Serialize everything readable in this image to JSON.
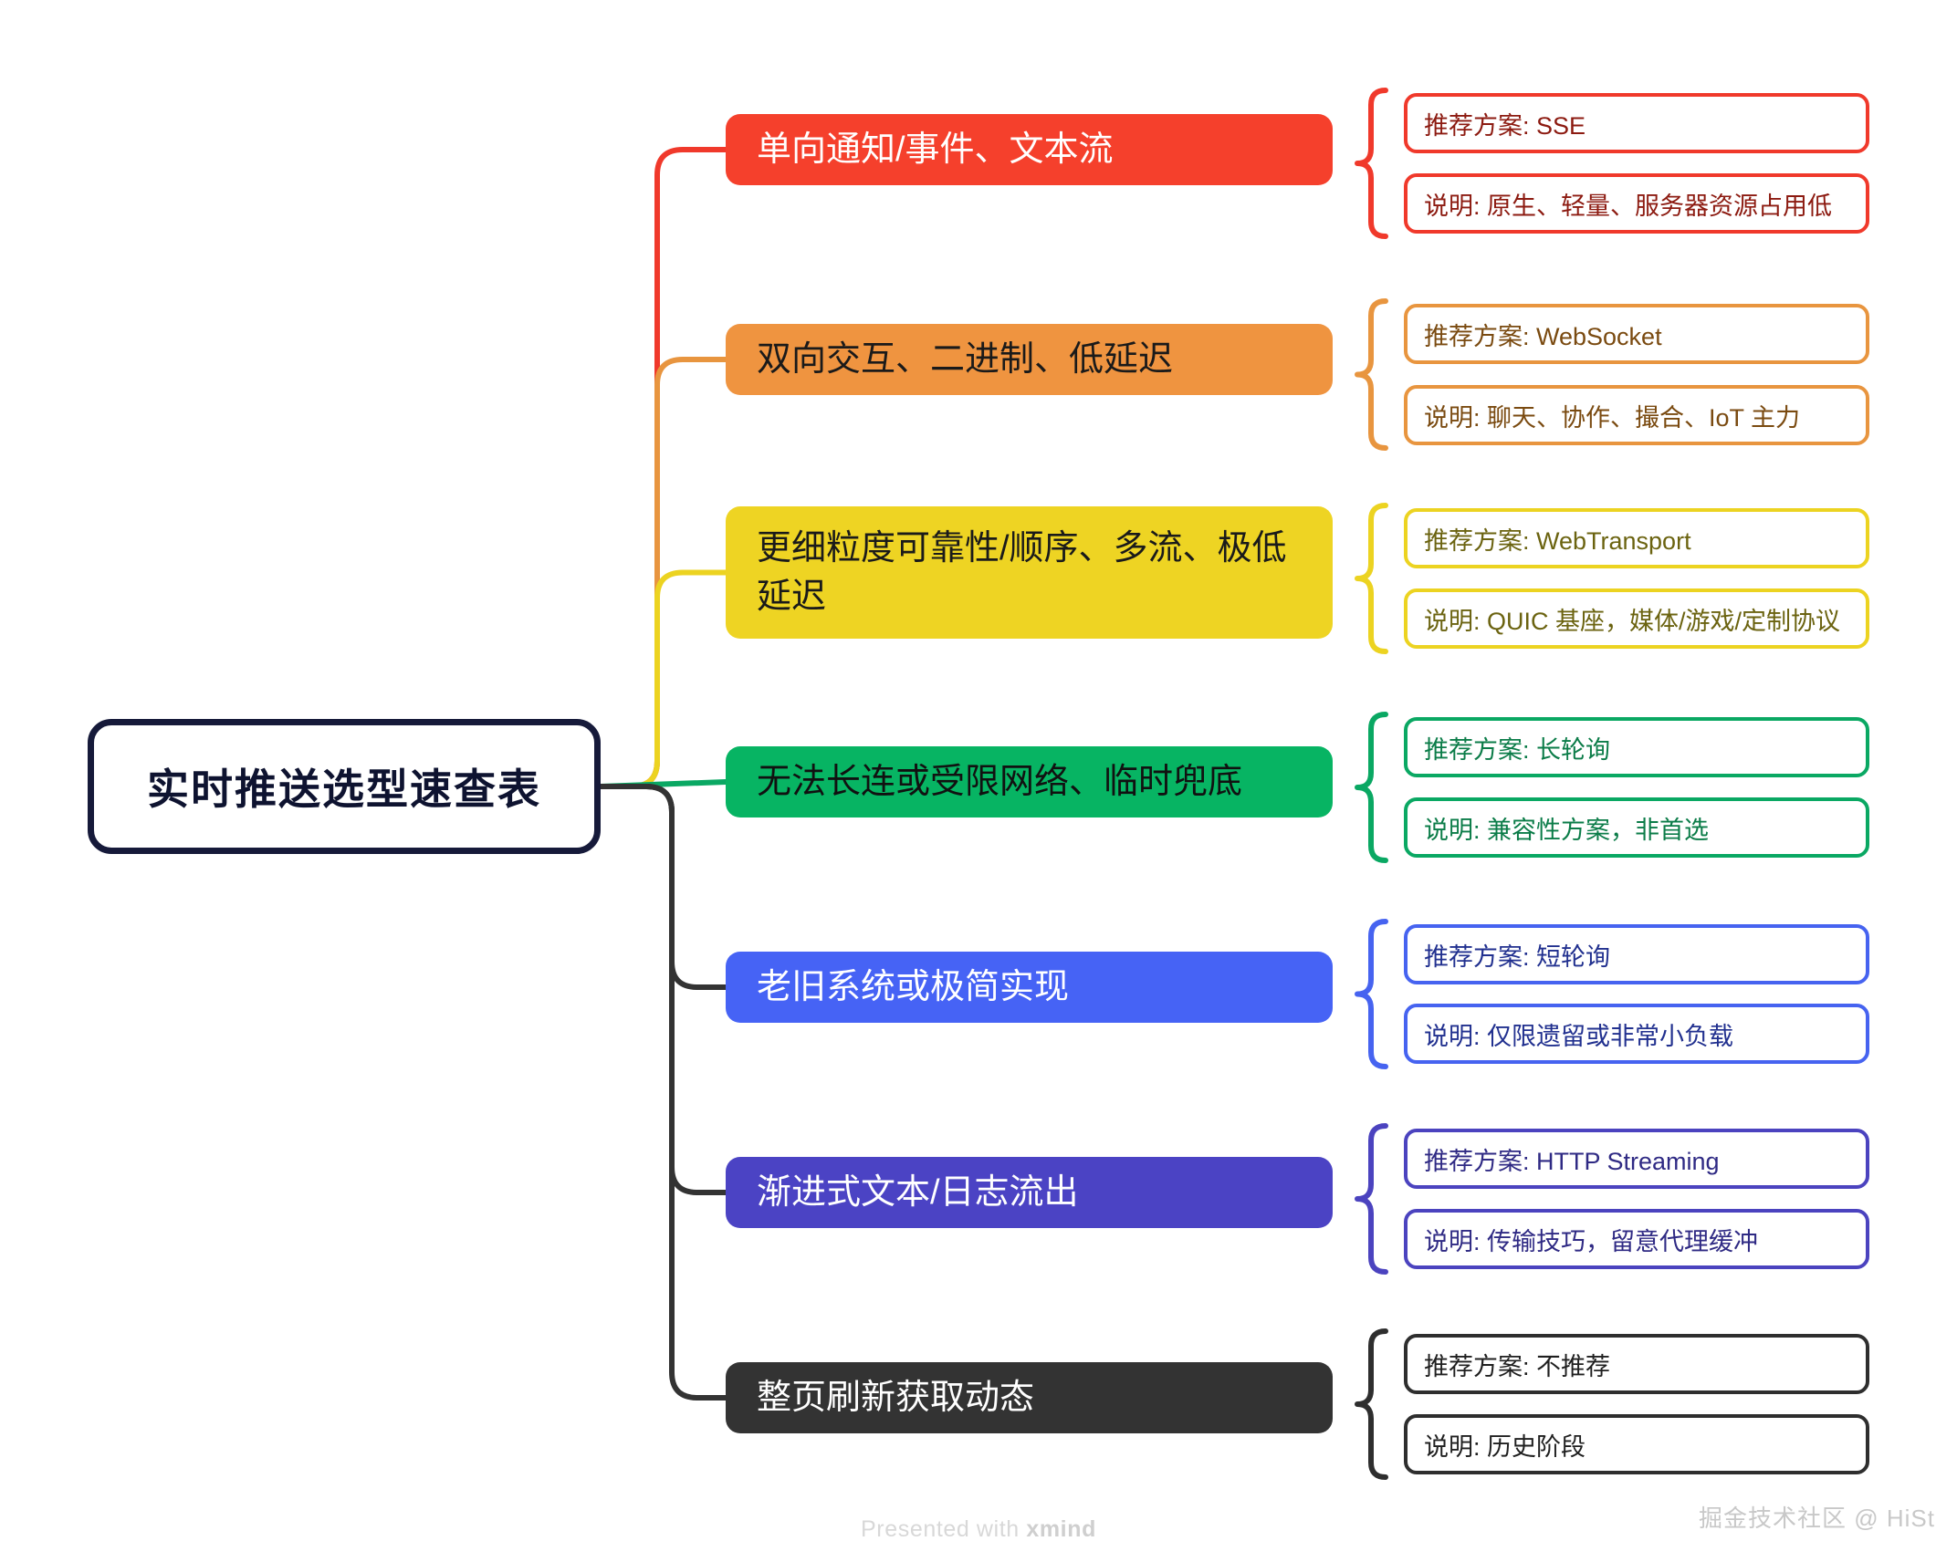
{
  "root": {
    "label": "实时推送选型速查表",
    "border_color": "#161a3a",
    "text_color": "#0e1330"
  },
  "branches": [
    {
      "label": "单向通知/事件、文本流",
      "fill": "#f5402c",
      "text_color": "#ffffff",
      "accent": "#f0392b",
      "detail_text_color": "#8c1a10",
      "details": [
        {
          "label": "推荐方案: SSE"
        },
        {
          "label": "说明: 原生、轻量、服务器资源占用低"
        }
      ]
    },
    {
      "label": "双向交互、二进制、低延迟",
      "fill": "#ef9440",
      "text_color": "#1a1a1a",
      "accent": "#e8953f",
      "detail_text_color": "#7a4a10",
      "details": [
        {
          "label": "推荐方案: WebSocket"
        },
        {
          "label": "说明: 聊天、协作、撮合、IoT 主力"
        }
      ]
    },
    {
      "label": "更细粒度可靠性/顺序、多流、极低延迟",
      "fill": "#eed423",
      "text_color": "#1a1a1a",
      "accent": "#ecd321",
      "detail_text_color": "#6b6310",
      "details": [
        {
          "label": "推荐方案: WebTransport"
        },
        {
          "label": "说明: QUIC 基座，媒体/游戏/定制协议"
        }
      ]
    },
    {
      "label": "无法长连或受限网络、临时兜底",
      "fill": "#07b463",
      "text_color": "#111111",
      "accent": "#0aa863",
      "detail_text_color": "#0b7c48",
      "details": [
        {
          "label": "推荐方案: 长轮询"
        },
        {
          "label": "说明: 兼容性方案，非首选"
        }
      ]
    },
    {
      "label": "老旧系统或极简实现",
      "fill": "#4663f5",
      "text_color": "#ffffff",
      "accent": "#4663f0",
      "detail_text_color": "#21308f",
      "details": [
        {
          "label": "推荐方案: 短轮询"
        },
        {
          "label": "说明: 仅限遗留或非常小负载"
        }
      ]
    },
    {
      "label": "渐进式文本/日志流出",
      "fill": "#4b43c4",
      "text_color": "#ffffff",
      "accent": "#4b43bf",
      "detail_text_color": "#2f2a84",
      "details": [
        {
          "label": "推荐方案: HTTP Streaming"
        },
        {
          "label": "说明: 传输技巧，留意代理缓冲"
        }
      ]
    },
    {
      "label": "整页刷新获取动态",
      "fill": "#333333",
      "text_color": "#ffffff",
      "accent": "#2e2e2e",
      "detail_text_color": "#1f1f1f",
      "details": [
        {
          "label": "推荐方案: 不推荐"
        },
        {
          "label": "说明: 历史阶段"
        }
      ]
    }
  ],
  "footer": {
    "presented_prefix": "Presented with ",
    "brand": "xmind",
    "watermark": "掘金技术社区 @ HiSt"
  }
}
